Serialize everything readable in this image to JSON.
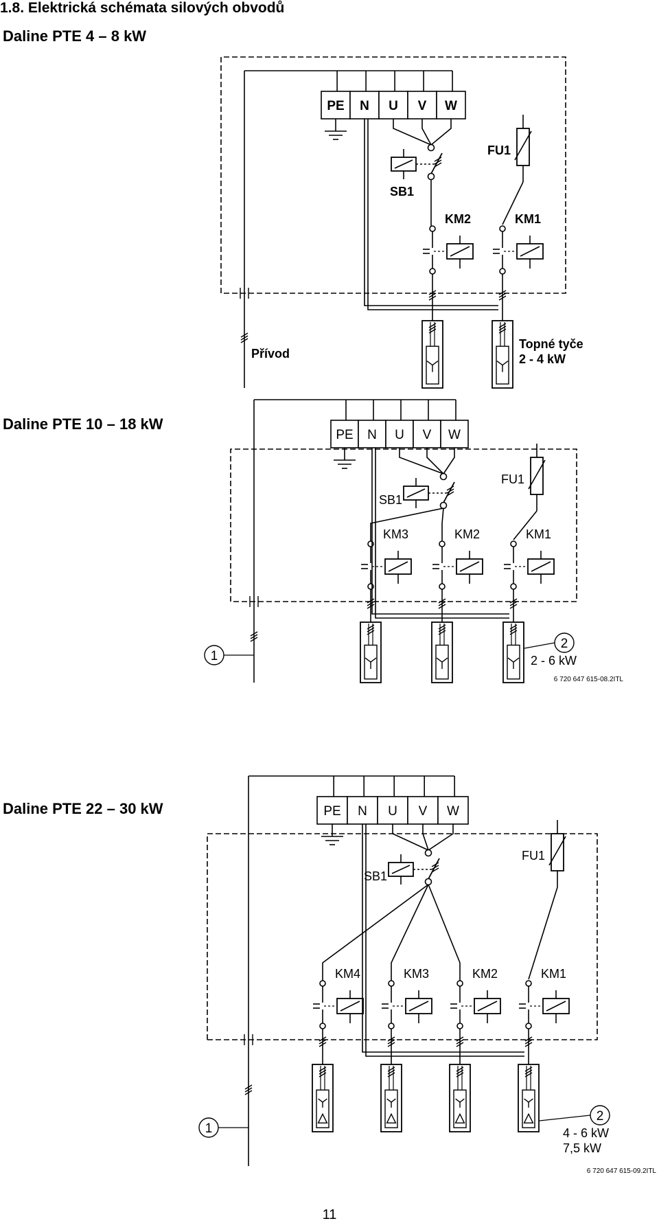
{
  "section_title": "1.8.  Elektrická schémata silových obvodů",
  "page_number": "11",
  "schemes": [
    {
      "heading": "Daline PTE 4 – 8 kW",
      "terminals": [
        "PE",
        "N",
        "U",
        "V",
        "W"
      ],
      "switch_label": "SB1",
      "fuse_label": "FU1",
      "contactors": [
        "KM2",
        "KM1"
      ],
      "heaters": 2,
      "star_mode": "star",
      "supply_label": "Přívod",
      "heater_label": [
        "Topné tyče",
        "2 - 4 kW"
      ],
      "circle_marks": false,
      "bold": true
    },
    {
      "heading": "Daline PTE 10 – 18 kW",
      "terminals": [
        "PE",
        "N",
        "U",
        "V",
        "W"
      ],
      "switch_label": "SB1",
      "fuse_label": "FU1",
      "contactors": [
        "KM3",
        "KM2",
        "KM1"
      ],
      "heaters": 3,
      "star_mode": "star",
      "marker_left": "1",
      "marker_right": "2",
      "heater_label": [
        "2 - 6 kW"
      ],
      "figure_code": "6 720 647 615-08.2ITL",
      "circle_marks": true,
      "bold": false
    },
    {
      "heading": "Daline PTE 22 – 30 kW",
      "terminals": [
        "PE",
        "N",
        "U",
        "V",
        "W"
      ],
      "switch_label": "SB1",
      "fuse_label": "FU1",
      "contactors": [
        "KM4",
        "KM3",
        "KM2",
        "KM1"
      ],
      "heaters": 4,
      "star_mode": "star-delta",
      "marker_left": "1",
      "marker_right": "2",
      "heater_label": [
        "4 - 6 kW",
        "7,5 kW"
      ],
      "figure_code": "6 720 647 615-09.2ITL",
      "circle_marks": true,
      "bold": false
    }
  ]
}
